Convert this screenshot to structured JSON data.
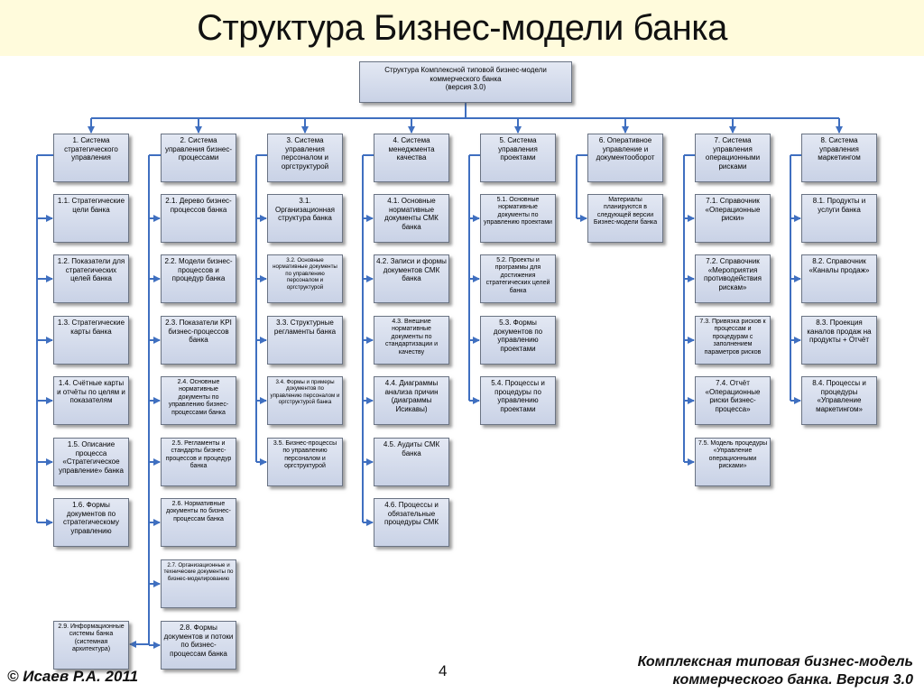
{
  "title": "Структура Бизнес-модели банка",
  "root": {
    "label": "Структура Комплексной типовой бизнес-модели коммерческого банка\n(версия 3.0)"
  },
  "columns": [
    {
      "label": "1. Система стратегического управления",
      "items": [
        "1.1. Стратегические цели банка",
        "1.2. Показатели для стратегических целей банка",
        "1.3. Стратегические карты банка",
        "1.4. Счётные карты и отчёты по целям и показателям",
        "1.5. Описание процесса «Стратегическое управление» банка",
        "1.6. Формы документов по стратегическому управлению",
        "2.9. Информационные системы банка (системная архитектура)"
      ]
    },
    {
      "label": "2. Система управления бизнес-процессами",
      "items": [
        "2.1. Дерево бизнес-процессов банка",
        "2.2. Модели бизнес-процессов и процедур банка",
        "2.3. Показатели KPI бизнес-процессов банка",
        "2.4. Основные нормативные документы по управлению бизнес-процессами банка",
        "2.5. Регламенты и стандарты бизнес-процессов и процедур банка",
        "2.6. Нормативные документы по бизнес-процессам банка",
        "2.7. Организационные и технические документы по бизнес-моделированию",
        "2.8. Формы документов и потоки по бизнес-процессам банка"
      ]
    },
    {
      "label": "3. Система управления персоналом и оргструктурой",
      "items": [
        "3.1. Организационная структура банка",
        "3.2. Основные нормативные документы по управлению персоналом и оргструктурой",
        "3.3. Структурные регламенты банка",
        "3.4. Формы и примеры документов по управлению персоналом и оргструктурой банка",
        "3.5. Бизнес-процессы по управлению персоналом и оргструктурой"
      ]
    },
    {
      "label": "4. Система менеджмента качества",
      "items": [
        "4.1. Основные нормативные документы СМК банка",
        "4.2. Записи и формы документов СМК банка",
        "4.3. Внешние нормативные документы по стандартизации и качеству",
        "4.4. Диаграммы анализа причин (диаграммы Исикавы)",
        "4.5. Аудиты СМК банка",
        "4.6. Процессы и обязательные процедуры СМК"
      ]
    },
    {
      "label": "5. Система управления проектами",
      "items": [
        "5.1. Основные нормативные документы по управлению проектами",
        "5.2. Проекты и программы для достижения стратегических целей банка",
        "5.3. Формы документов по управлению проектами",
        "5.4. Процессы и процедуры по управлению проектами"
      ]
    },
    {
      "label": "6. Оперативное управление и документооборот",
      "items": [
        "Материалы планируются в следующей версии Бизнес-модели банка"
      ]
    },
    {
      "label": "7. Система управления операционными рисками",
      "items": [
        "7.1. Справочник «Операционные риски»",
        "7.2. Справочник «Мероприятия противодействия рискам»",
        "7.3. Привязка рисков к процессам и процедурам с заполнением параметров рисков",
        "7.4. Отчёт «Операционные риски бизнес-процесса»",
        "7.5. Модель процедуры «Управление операционными рисками»"
      ]
    },
    {
      "label": "8. Система управления маркетингом",
      "items": [
        "8.1. Продукты и услуги банка",
        "8.2. Справочник «Каналы продаж»",
        "8.3. Проекция каналов продаж на продукты + Отчёт",
        "8.4. Процессы и процедуры «Управление маркетингом»"
      ]
    }
  ],
  "footer": {
    "copyright": "© Исаев Р.А. 2011",
    "page_number": "4",
    "note_line1": "Комплексная типовая бизнес-модель",
    "note_line2": "коммерческого банка. Версия 3.0"
  },
  "colors": {
    "header_band": "#fffbdc",
    "connector": "#3f6fc0",
    "box_fill_top": "#e3e8f3",
    "box_fill_bottom": "#c9d2e6",
    "box_border": "#6a7383"
  }
}
